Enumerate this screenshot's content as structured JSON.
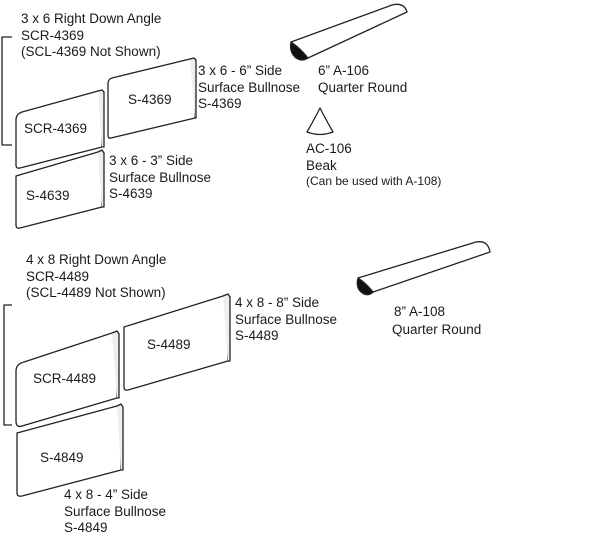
{
  "group_3x6": {
    "angle": {
      "line1": "3 x 6 Right Down Angle",
      "line2": "SCR-4369",
      "line3": "(SCL-4369 Not Shown)"
    },
    "tile_scr": "SCR-4369",
    "tile_s6": "S-4369",
    "tile_s3": "S-4639",
    "side6": {
      "line1": "3 x 6 - 6” Side",
      "line2": "Surface Bullnose",
      "line3": "S-4369"
    },
    "side3": {
      "line1": "3 x 6 - 3” Side",
      "line2": "Surface Bullnose",
      "line3": "S-4639"
    }
  },
  "quarter_round_6": {
    "line1": "6” A-106",
    "line2": "Quarter Round"
  },
  "beak": {
    "line1": "AC-106",
    "line2": "Beak",
    "line3": "(Can be used with A-108)"
  },
  "group_4x8": {
    "angle": {
      "line1": "4 x 8 Right Down Angle",
      "line2": "SCR-4489",
      "line3": "(SCL-4489 Not Shown)"
    },
    "tile_scr": "SCR-4489",
    "tile_s8": "S-4489",
    "tile_s4": "S-4849",
    "side8": {
      "line1": "4 x 8 - 8” Side",
      "line2": "Surface Bullnose",
      "line3": "S-4489"
    },
    "side4": {
      "line1": "4 x 8 - 4” Side",
      "line2": "Surface Bullnose",
      "line3": "S-4849"
    }
  },
  "quarter_round_8": {
    "line1": "8” A-108",
    "line2": "Quarter Round"
  }
}
